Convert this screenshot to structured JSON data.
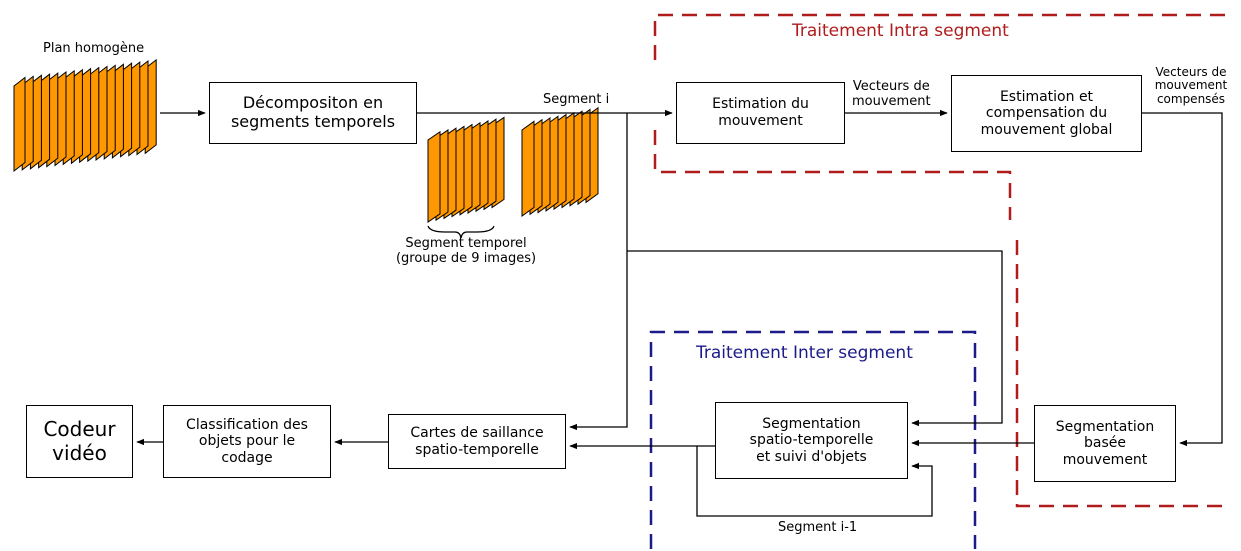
{
  "colors": {
    "frame_fill": "#ff9800",
    "intra": "#b01c1c",
    "inter": "#1b1b8a",
    "line": "#000000"
  },
  "labels": {
    "plan": "Plan homogène",
    "segment_i": "Segment i",
    "vecteurs": "Vecteurs de\nmouvement",
    "vecteurs_comp": "Vecteurs de\nmouvement\ncompensés",
    "segment_temporel": "Segment temporel\n(groupe de 9 images)",
    "segment_prev": "Segment i-1"
  },
  "regions": {
    "intra": "Traitement Intra segment",
    "inter": "Traitement Inter segment"
  },
  "nodes": {
    "decomp": "Décompositon en\nsegments temporels",
    "estimation": "Estimation du\nmouvement",
    "compensation": "Estimation et\ncompensation du\nmouvement global",
    "seg_mouvement": "Segmentation\nbasée\nmouvement",
    "seg_spatio": "Segmentation\nspatio-temporelle\net suivi d'objets",
    "cartes": "Cartes de saillance\nspatio-temporelle",
    "classification": "Classification des\nobjets pour le\ncodage",
    "codeur": "Codeur\nvidéo"
  }
}
